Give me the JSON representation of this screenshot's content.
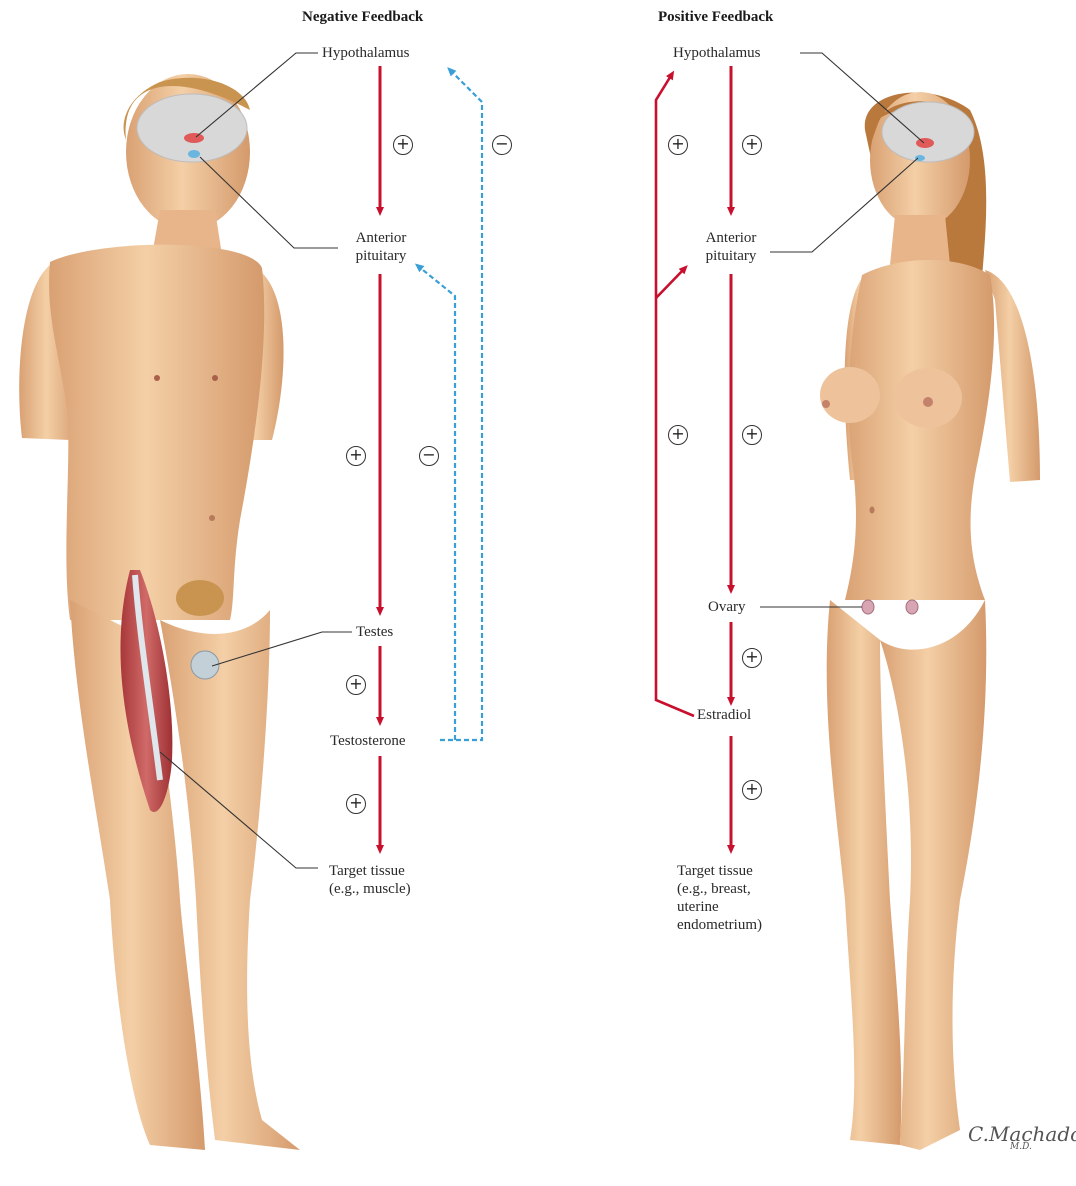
{
  "negative": {
    "title": "Negative Feedback",
    "hypothalamus": "Hypothalamus",
    "anterior_1": "Anterior",
    "anterior_2": "pituitary",
    "gland": "Testes",
    "hormone": "Testosterone",
    "target_1": "Target tissue",
    "target_2": "(e.g., muscle)",
    "plus": "+",
    "minus": "−"
  },
  "positive": {
    "title": "Positive Feedback",
    "hypothalamus": "Hypothalamus",
    "anterior_1": "Anterior",
    "anterior_2": "pituitary",
    "gland": "Ovary",
    "hormone": "Estradiol",
    "target_1": "Target tissue",
    "target_2": "(e.g., breast,",
    "target_3": "uterine",
    "target_4": "endometrium)",
    "plus": "+"
  },
  "signature": "C.Machado",
  "signature_sub": "M.D.",
  "colors": {
    "stimulatory_arrow": "#c8102e",
    "inhibitory_arrow": "#3a9fd6",
    "skin": "#efc59a",
    "hair_male": "#c9944f",
    "hair_female": "#b9783c",
    "brain": "#d8d8d8",
    "muscle": "#c0504d"
  }
}
